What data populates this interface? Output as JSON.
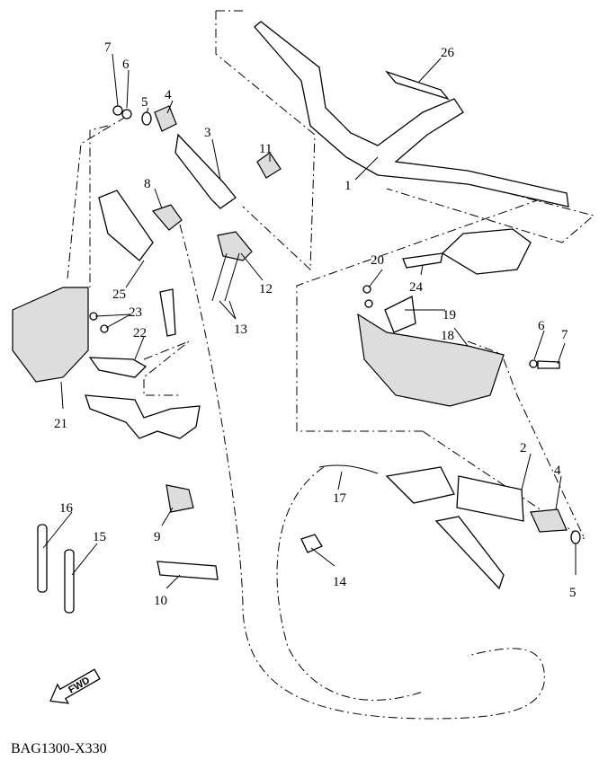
{
  "diagram_code": "BAG1300-X330",
  "fwd_label": "FWD",
  "callouts": {
    "c1": "1",
    "c2": "2",
    "c3": "3",
    "c4a": "4",
    "c4b": "4",
    "c5a": "5",
    "c5b": "5",
    "c6a": "6",
    "c6b": "6",
    "c7a": "7",
    "c7b": "7",
    "c8": "8",
    "c9": "9",
    "c10": "10",
    "c11": "11",
    "c12": "12",
    "c13": "13",
    "c14": "14",
    "c15": "15",
    "c16": "16",
    "c17": "17",
    "c18": "18",
    "c19": "19",
    "c20": "20",
    "c21": "21",
    "c22": "22",
    "c23": "23",
    "c24": "24",
    "c25": "25",
    "c26": "26"
  }
}
